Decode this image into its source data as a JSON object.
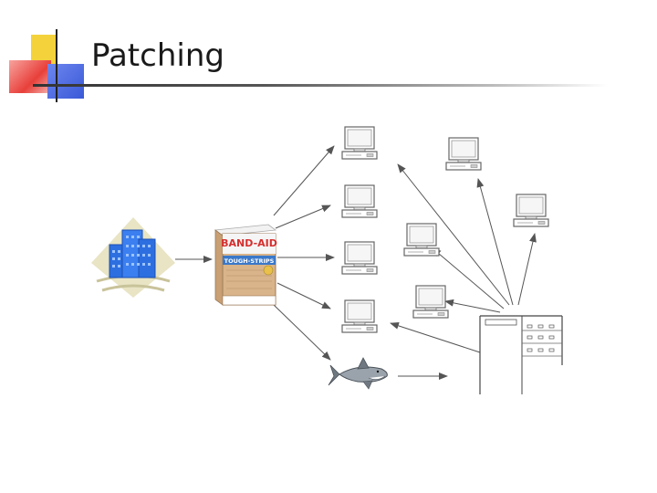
{
  "slide": {
    "title": "Patching"
  },
  "bandage_box": {
    "brand": "BAND-AID",
    "product": "TOUGH-STRIPS"
  },
  "colors": {
    "accent_yellow": "#f4d23c",
    "accent_red": "#e8403a",
    "accent_blue": "#3a59d8",
    "building_blue": "#2d6fe0",
    "box_tan": "#d9b48a",
    "box_red": "#d62e2e"
  },
  "icons": [
    "corporate-building-icon",
    "bandage-box-icon",
    "desktop-computer-icon",
    "shark-icon",
    "server-rack-icon"
  ]
}
